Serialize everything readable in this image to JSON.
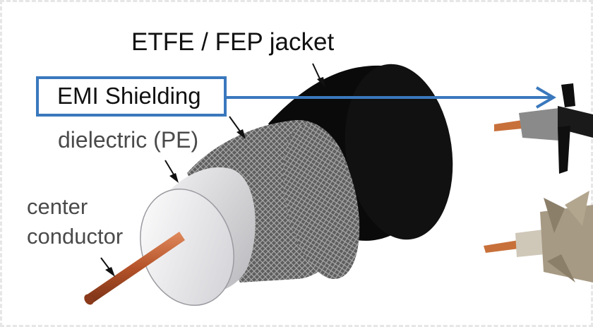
{
  "labels": {
    "jacket": "ETFE / FEP jacket",
    "dielectric": "dielectric (PE)",
    "center_line1": "center",
    "center_line2": "conductor",
    "emi": "EMI Shielding"
  },
  "colors": {
    "accent_blue": "#3a78bd",
    "jacket_black": "#0a0a0a",
    "shield_grey": "#6b6b6b",
    "dielectric_light": "#d6d6da",
    "copper": "#b5532a"
  }
}
